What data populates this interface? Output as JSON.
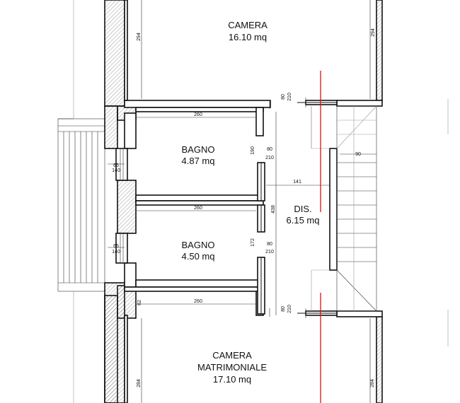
{
  "rooms": {
    "camera_top": {
      "name": "CAMERA",
      "area": "16.10 mq"
    },
    "bagno_1": {
      "name": "BAGNO",
      "area": "4.87 mq"
    },
    "bagno_2": {
      "name": "BAGNO",
      "area": "4.50 mq"
    },
    "dis": {
      "name": "DIS.",
      "area": "6.15 mq"
    },
    "camera_matrimoniale": {
      "name_line1": "CAMERA",
      "name_line2": "MATRIMONIALE",
      "area": "17.10 mq"
    }
  },
  "dimensions": {
    "camera_top_h_left": "294",
    "camera_top_h_right": "294",
    "bagno1_w": "260",
    "bagno1_h": "190",
    "bagno2_w": "260",
    "bagno2_h": "172",
    "camera_bottom_w": "260",
    "camera_bottom_top": "62",
    "camera_bottom_h_left": "284",
    "camera_bottom_h_right": "284",
    "corridor_len": "438",
    "dis_w": "141",
    "stair_w": "90",
    "win1_w": "65",
    "win1_h": "140",
    "win2_w": "65",
    "win2_h": "140"
  },
  "doors": {
    "door_top_w": "80",
    "door_top_h": "210",
    "door_bagno1_w": "80",
    "door_bagno1_h": "210",
    "door_bagno2_w": "80",
    "door_bagno2_h": "210",
    "door_bottom_w": "80",
    "door_bottom_h": "210"
  },
  "colors": {
    "wall_line": "#111111",
    "section_line": "#e01010"
  }
}
